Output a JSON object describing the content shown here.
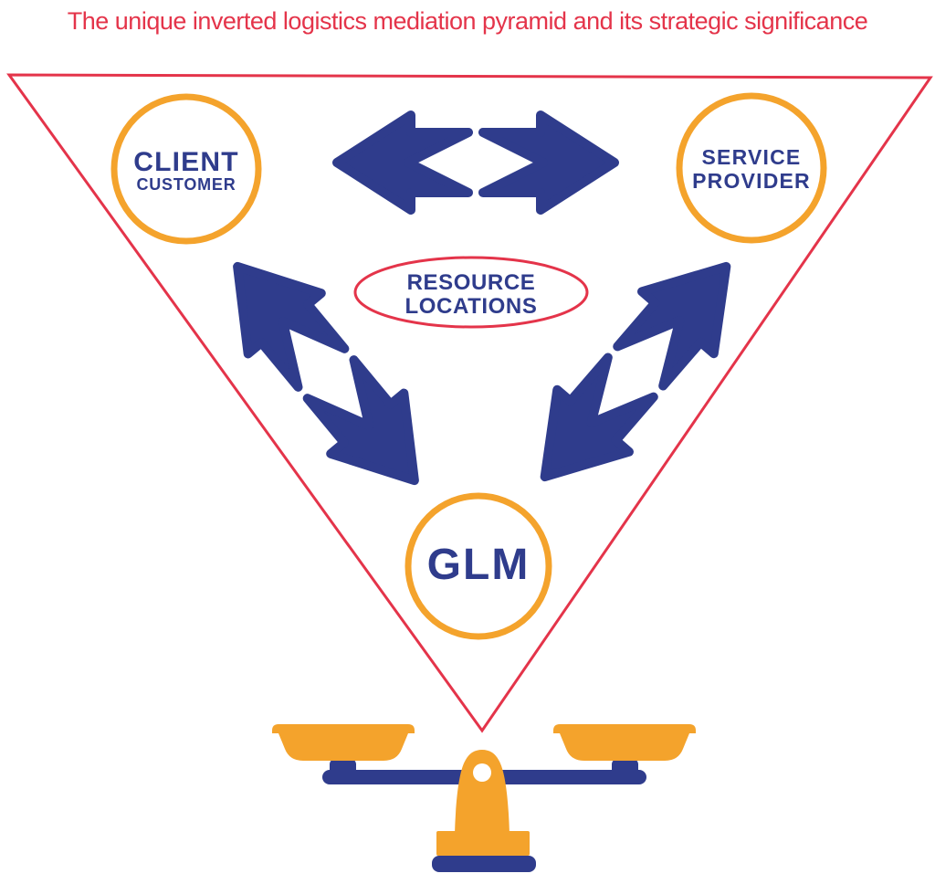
{
  "title": "The unique inverted logistics mediation pyramid and its strategic significance",
  "colors": {
    "navy": "#2F3C8C",
    "orange": "#F4A32C",
    "red": "#E4344A",
    "background": "#FFFFFF"
  },
  "nodes": {
    "client": {
      "line1": "CLIENT",
      "line2": "CUSTOMER"
    },
    "service": {
      "line1": "SERVICE",
      "line2": "PROVIDER"
    },
    "resource": {
      "line1": "RESOURCE",
      "line2": "LOCATIONS"
    },
    "glm": {
      "label": "GLM"
    }
  }
}
